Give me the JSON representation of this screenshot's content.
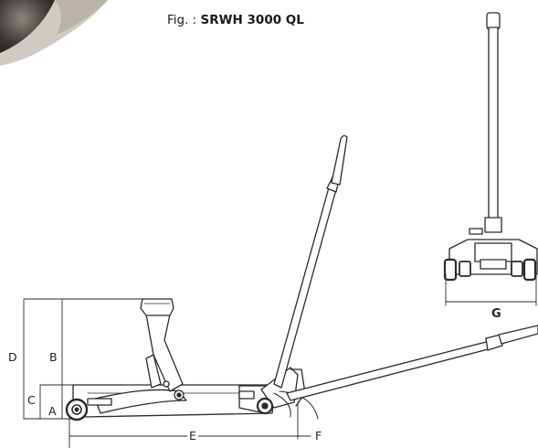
{
  "caption": {
    "prefix": "Fig. :",
    "model": "SRWH 3000 QL"
  },
  "dimension_labels": {
    "A": "A",
    "B": "B",
    "C": "C",
    "D": "D",
    "E": "E",
    "F": "F",
    "G": "G"
  },
  "colors": {
    "line": "#2a2a2a",
    "fill": "#ffffff",
    "shadow": "#3b3a37"
  }
}
